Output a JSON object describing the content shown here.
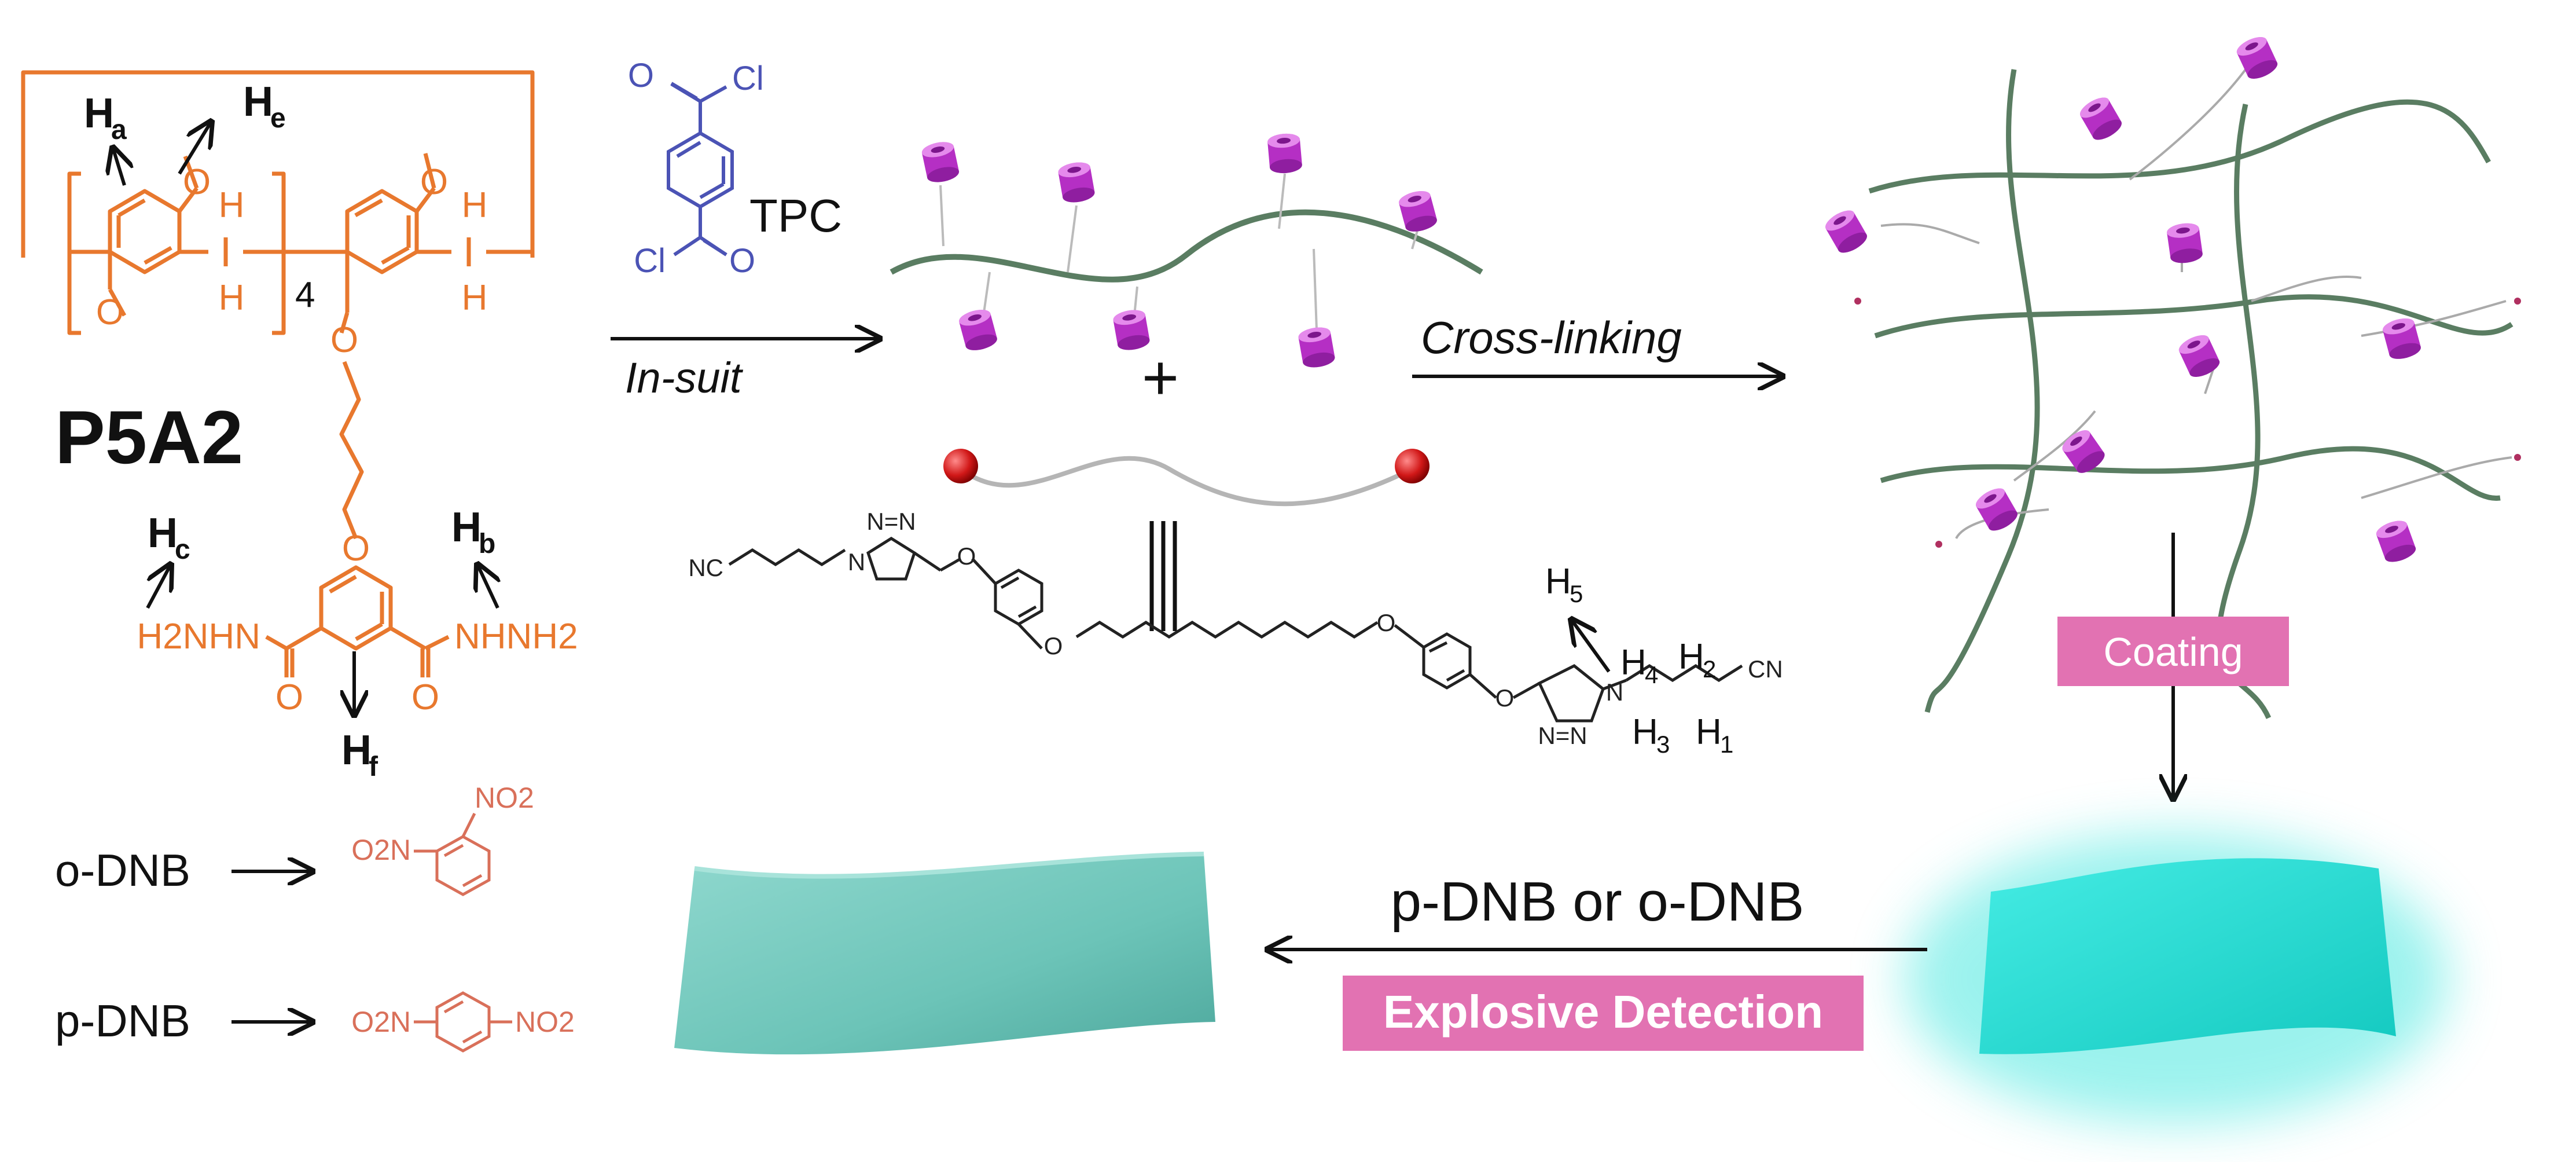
{
  "p5a2": {
    "name": "P5A2",
    "repeat": "4",
    "h_a": "a",
    "h_e": "e",
    "h_b": "b",
    "h_c": "c",
    "h_f": "f",
    "h_letter": "H",
    "ch2_h": "H",
    "hydrazide_left": "H2NHN",
    "hydrazide_right": "NHNH2",
    "carbonyl_o": "O"
  },
  "tpc": {
    "label": "TPC",
    "cl": "Cl",
    "o": "O"
  },
  "arrows": {
    "in_situ": "In-suit",
    "cross_linking": "Cross-linking",
    "coating": "Coating",
    "analyte": "p-DNB or o-DNB",
    "explosive": "Explosive Detection"
  },
  "plus": "+",
  "equivalent": "|||",
  "guest": {
    "cn": "NC",
    "cn_right": "CN",
    "triazole_n": "N",
    "triazole_nn": "N=N",
    "o": "O",
    "h1": "1",
    "h2": "2",
    "h3": "3",
    "h4": "4",
    "h5": "5",
    "h": "H"
  },
  "dnb": {
    "ortho_label": "o-DNB",
    "para_label": "p-DNB",
    "no2": "NO2",
    "o2n": "O2N"
  },
  "colors": {
    "orange": "#e8782e",
    "dnb_orange": "#d9705a",
    "blue": "#4b53b5",
    "chain_green": "#5a7d62",
    "magenta": "#c13ad0",
    "pink": "#e272b2",
    "film_teal": "#7ccfc4",
    "film_cyan": "#2ee0d8"
  }
}
